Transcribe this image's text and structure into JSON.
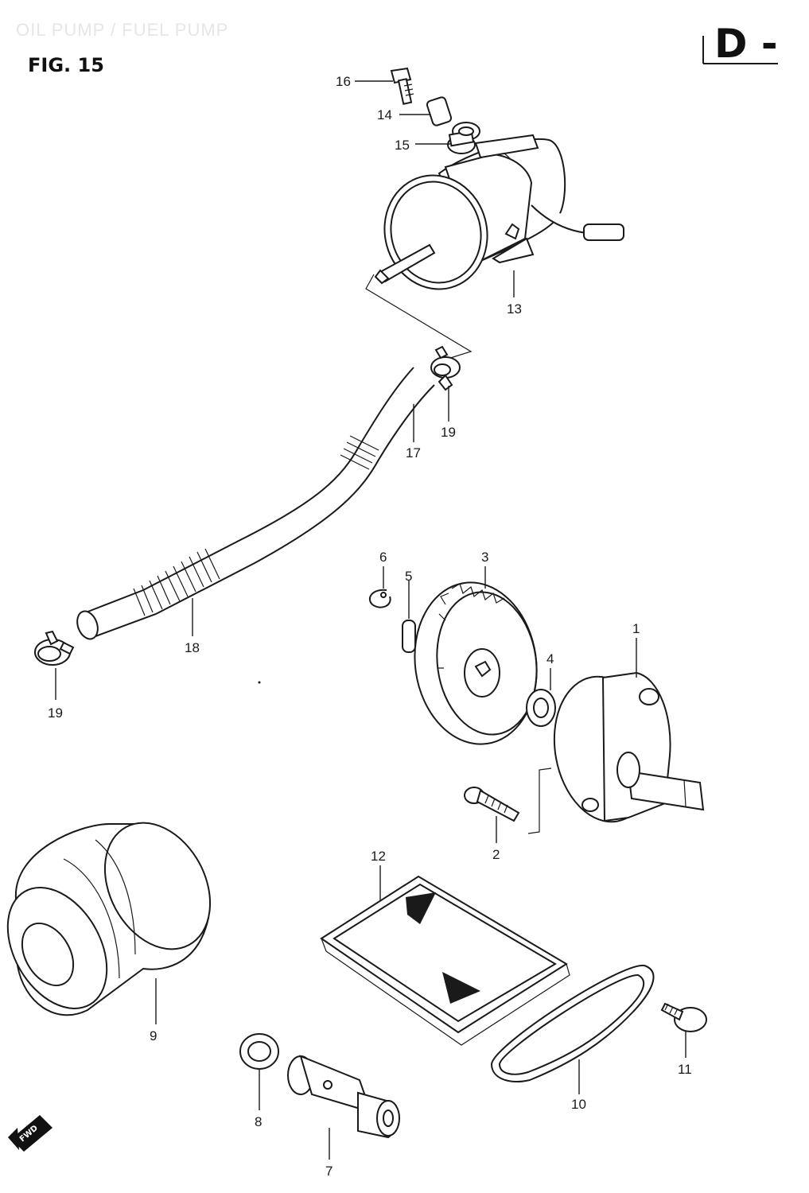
{
  "header": {
    "section_title": "OIL PUMP / FUEL PUMP",
    "figure_label": "FIG. 15",
    "corner_code": "D -"
  },
  "callouts": {
    "c1": "1",
    "c2": "2",
    "c3": "3",
    "c4": "4",
    "c5": "5",
    "c6": "6",
    "c7": "7",
    "c8": "8",
    "c9": "9",
    "c10": "10",
    "c11": "11",
    "c12": "12",
    "c13": "13",
    "c14": "14",
    "c15": "15",
    "c16": "16",
    "c17": "17",
    "c18": "18",
    "c19a": "19",
    "c19b": "19"
  },
  "fwd_badge": "FWD",
  "icons": {
    "fuel_pump": "fuel-pump-assembly-icon",
    "oil_filter": "oil-filter-icon",
    "oil_pump": "oil-pump-icon",
    "gear": "oil-pump-gear-icon"
  }
}
